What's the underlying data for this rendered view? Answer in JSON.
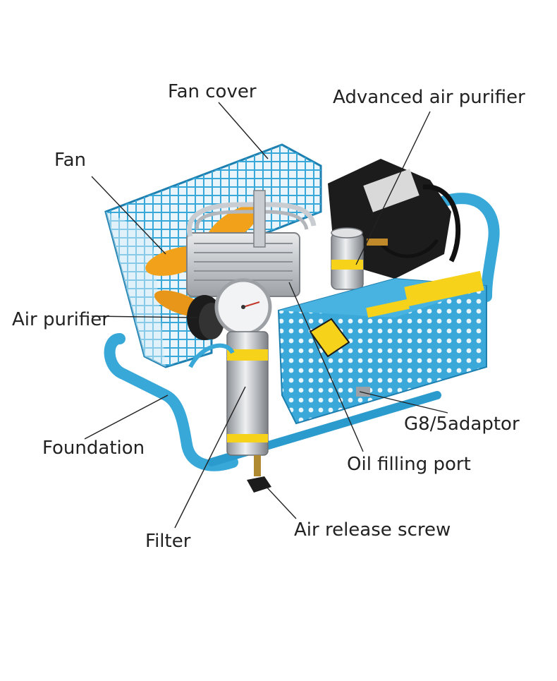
{
  "labels": {
    "fan_cover": "Fan cover",
    "advanced_air_purifier": "Advanced air purifier",
    "fan": "Fan",
    "air_purifier": "Air purifier",
    "g8_5_adaptor": "G8/5adaptor",
    "foundation": "Foundation",
    "oil_filling_port": "Oil filling port",
    "filter": "Filter",
    "air_release_screw": "Air release screw"
  },
  "colors": {
    "frame_blue": "#38a8d8",
    "frame_dark": "#1d7fb0",
    "fan_orange": "#f2a21a",
    "metal": "#c9ccd0",
    "metal_dark": "#8d9196",
    "motor_black": "#1c1c1c",
    "warning_yellow": "#f6d21b",
    "leader_line": "#222222"
  }
}
